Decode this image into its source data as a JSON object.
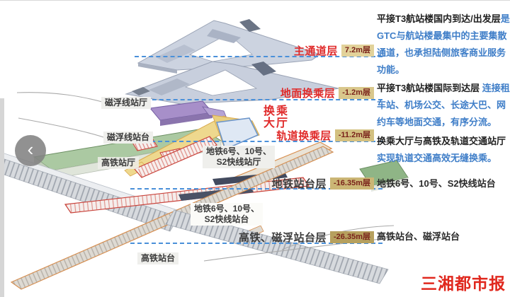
{
  "nav": {
    "back_icon": "‹"
  },
  "layer_rows": [
    {
      "label": "主通道层",
      "badge": "7.2m层"
    },
    {
      "label": "地面换乘层",
      "badge": "-1.2m层"
    },
    {
      "label": "轨道换乘层",
      "badge": "-11.2m层"
    },
    {
      "label": "地铁站台层",
      "badge": "-16.35m层"
    },
    {
      "label": "高铁、磁浮站台层",
      "badge": "-26.35m层"
    }
  ],
  "diagram_labels": {
    "maglev_hall": "磁浮线站厅",
    "maglev_platform": "磁浮线站台",
    "hsr_hall": "高铁站厅",
    "transfer_hall_line1": "换乘",
    "transfer_hall_line2": "大厅",
    "metro_hall_line1": "地铁6号、10号、",
    "metro_hall_line2": "S2快线站厅",
    "metro_platform_line1": "地铁6号、10号、",
    "metro_platform_line2": "S2快线站台",
    "hsr_platform": "高铁站台"
  },
  "annotations": {
    "p1_bold": "平接T3航站楼国内到达/出发层",
    "p1_blue": "是GTC与航站楼最集中的主要集散通道，也承担陆侧旅客商业服务功能。",
    "p2_bold": "平接T3航站楼国际到达层 ",
    "p2_blue": "连接租车站、机场公交、长途大巴、网约车等地面交通，有序分流。",
    "p3_bold": "换乘大厅与高铁及轨道交通站厅",
    "p3_blue": "实现轨道交通高效无缝换乘。",
    "l4": "地铁6号、10号、S2快线站台",
    "l5": "高铁站台、磁浮站台"
  },
  "branding": {
    "logo": "三湘都市报"
  },
  "colors": {
    "red_label": "#e02b2b",
    "blue_text": "#3f7ec8",
    "dark_text": "#1f1f1f",
    "dash_blue": "#4a90d9",
    "badge_text": "#7a231b",
    "badge_bg_top": "#e2d29a",
    "badge_bg_bottom": "#b6a05e",
    "logo_red": "#e0281e",
    "green_slab": "#abc9a2",
    "yellow_hall": "#eed88e",
    "purple_box": "#a78fc9",
    "blue_slab_border": "#6b94c9",
    "platform_orange": "#d98f4f",
    "red_outline": "#c8423a"
  }
}
